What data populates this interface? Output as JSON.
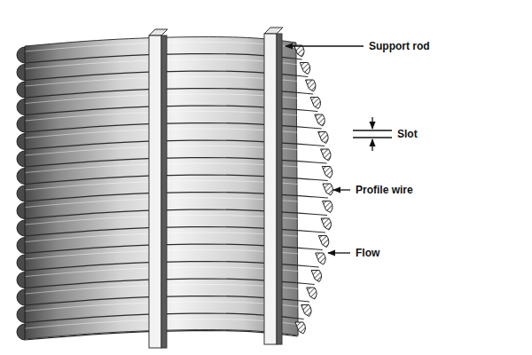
{
  "diagram": {
    "labels": [
      "Support rod",
      "Slot",
      "Profile wire",
      "Flow"
    ]
  }
}
